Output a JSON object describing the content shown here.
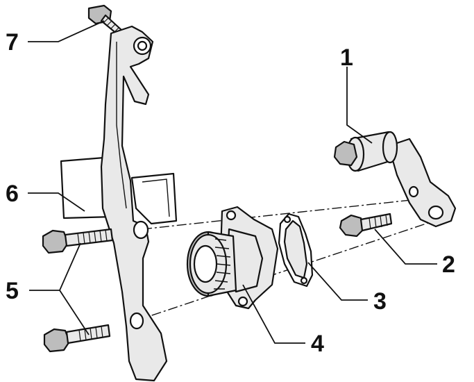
{
  "callouts": [
    "1",
    "2",
    "3",
    "4",
    "5",
    "6",
    "7"
  ],
  "colors": {
    "ink": "#111111",
    "shade": "#e9e9e9",
    "shade_dark": "#bdbdbd",
    "background": "#ffffff"
  }
}
